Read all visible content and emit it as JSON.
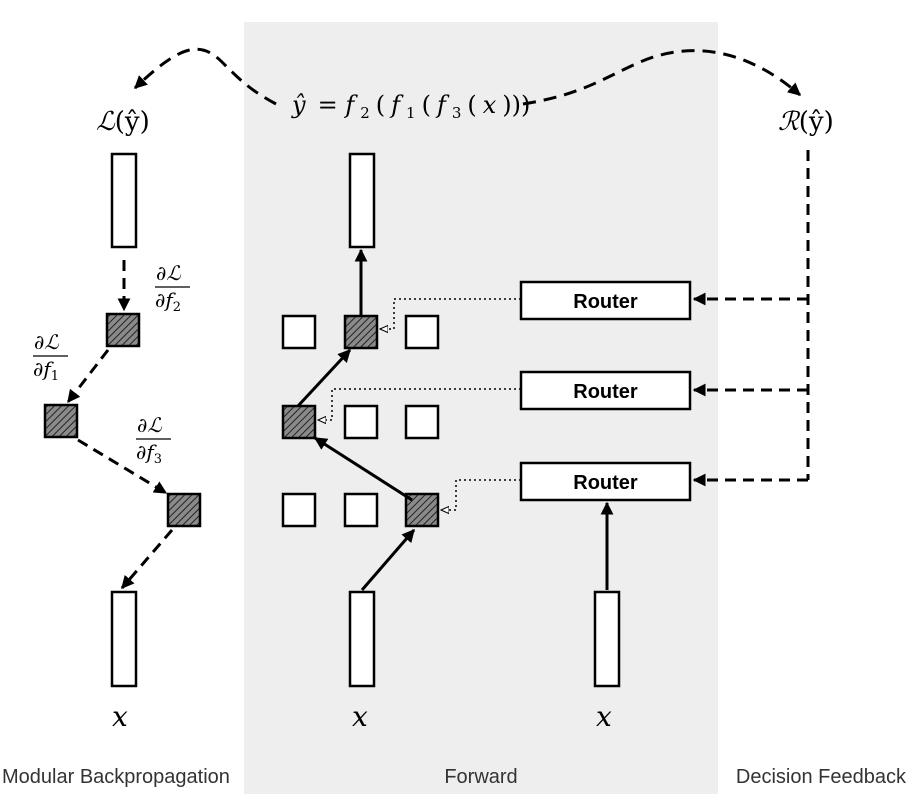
{
  "equation": {
    "yhat": "ŷ",
    "eq": "= ",
    "f2": "f",
    "sub2": "2",
    "f1": "f",
    "sub1": "1",
    "f3": "f",
    "sub3": "3",
    "x": "x",
    "open": "(",
    "close": ")))"
  },
  "loss": {
    "symbol": "ℒ",
    "arg": "(ŷ)"
  },
  "reward": {
    "symbol": "ℛ",
    "arg": "(ŷ)"
  },
  "gradients": [
    {
      "num": "∂ℒ",
      "den": "∂f",
      "sub": "2"
    },
    {
      "num": "∂ℒ",
      "den": "∂f",
      "sub": "1"
    },
    {
      "num": "∂ℒ",
      "den": "∂f",
      "sub": "3"
    }
  ],
  "routers": [
    {
      "label": "Router"
    },
    {
      "label": "Router"
    },
    {
      "label": "Router"
    }
  ],
  "inputs": [
    {
      "label": "x"
    },
    {
      "label": "x"
    },
    {
      "label": "x"
    }
  ],
  "captions": {
    "left": "Modular Backpropagation",
    "middle": "Forward",
    "right": "Decision Feedback"
  },
  "colors": {
    "panel": "#eeeeee",
    "stroke": "#000000",
    "caption": "#333333"
  }
}
